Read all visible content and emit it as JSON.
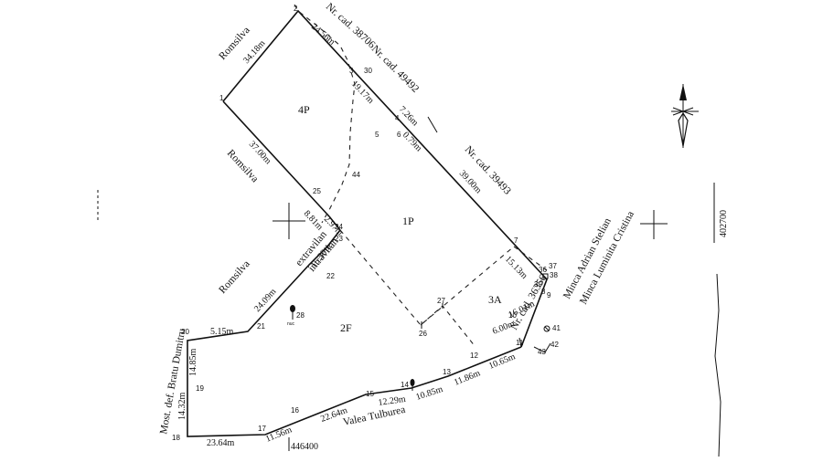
{
  "areas": {
    "p4": "4P",
    "p1": "1P",
    "f2": "2F",
    "a3": "3A"
  },
  "neighbors": {
    "romsilva_1": "Romsilva",
    "romsilva_2": "Romsilva",
    "romsilva_3": "Romsilva",
    "cad_38706": "Nr. cad. 38706",
    "cad_49492": "Nr. cad. 49492",
    "cad_39493": "Nr. cad. 39493",
    "cad_36356": "Nr. cad. 36356",
    "minca_1": "Minca Adrian Stelian",
    "minca_2": "Minca Luminita Cristina",
    "bratu": "Most. def. Bratu Dumitru",
    "valea": "Valea Tulburea"
  },
  "zones": {
    "extravilan": "extravilan",
    "intravilan": "intravilan"
  },
  "coordinates": {
    "y": "402700",
    "x": "446400"
  },
  "trees": {
    "nuc": "nuc"
  },
  "segments": [
    {
      "id": "s_1_2",
      "text": "34.18m"
    },
    {
      "id": "s_2_3",
      "text": "24.56m"
    },
    {
      "id": "s_30_4",
      "text": "19.17m"
    },
    {
      "id": "s_4a",
      "text": "7.26m"
    },
    {
      "id": "s_4b",
      "text": "0.79m"
    },
    {
      "id": "s_5_7",
      "text": "39.00m"
    },
    {
      "id": "s_1_25",
      "text": "37.00m"
    },
    {
      "id": "s_25_24",
      "text": "8.81m"
    },
    {
      "id": "s_24_23",
      "text": "2.97m"
    },
    {
      "id": "s_23_22",
      "text": "15.39m"
    },
    {
      "id": "s_22_21",
      "text": "24.09m"
    },
    {
      "id": "s_20_21",
      "text": "5.15m"
    },
    {
      "id": "s_20_19",
      "text": "14.85m"
    },
    {
      "id": "s_19_18",
      "text": "14.32m"
    },
    {
      "id": "s_18_17",
      "text": "23.64m"
    },
    {
      "id": "s_17_16",
      "text": "11.56m"
    },
    {
      "id": "s_16_15",
      "text": "22.64m"
    },
    {
      "id": "s_15_14",
      "text": "12.29m"
    },
    {
      "id": "s_14_13",
      "text": "10.85m"
    },
    {
      "id": "s_13_12",
      "text": "11.86m"
    },
    {
      "id": "s_12_11",
      "text": "10.65m"
    },
    {
      "id": "s_11_10",
      "text": "6.00m"
    },
    {
      "id": "s_10_9",
      "text": "16.01m"
    },
    {
      "id": "s_7_8",
      "text": "15.13m"
    }
  ],
  "vertices": [
    "1",
    "2",
    "3",
    "30",
    "4",
    "25",
    "44",
    "24",
    "23",
    "22",
    "21",
    "20",
    "19",
    "18",
    "17",
    "16",
    "15",
    "14",
    "13",
    "12",
    "11",
    "10",
    "9",
    "8",
    "7",
    "36",
    "37",
    "38",
    "39",
    "26",
    "27",
    "28",
    "41",
    "42",
    "43",
    "5",
    "6"
  ]
}
